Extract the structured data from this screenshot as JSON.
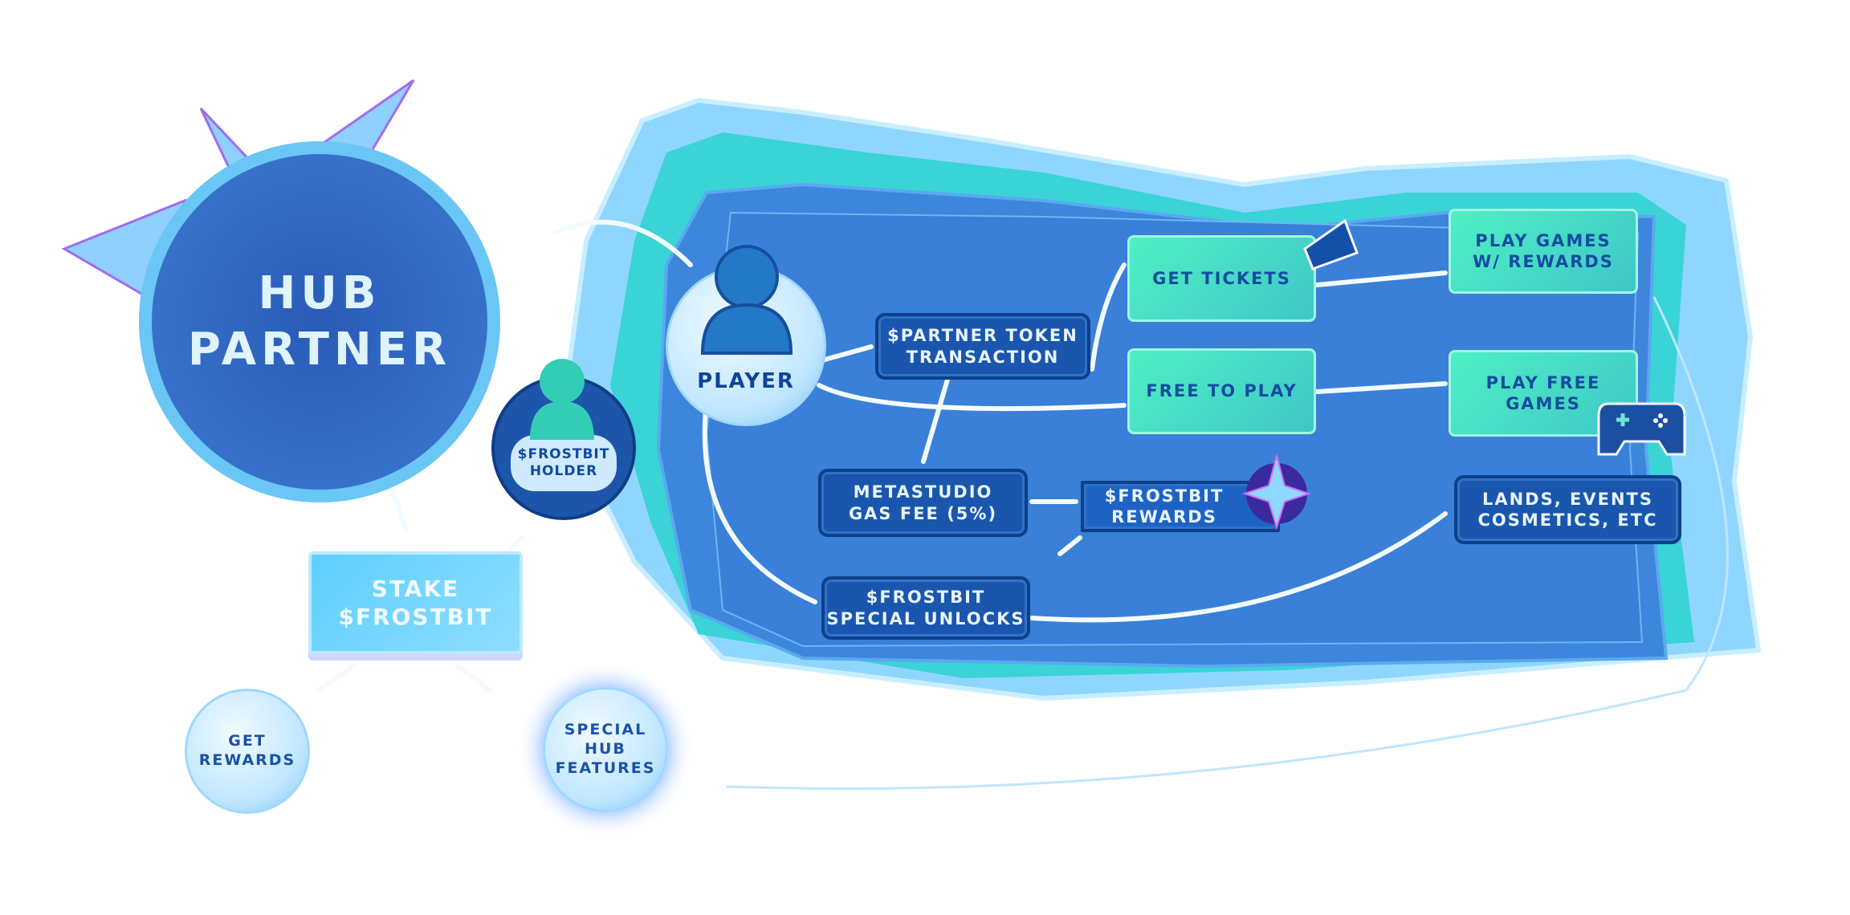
{
  "hub_partner": "HUB\nPARTNER",
  "frostbit_holder": "$FROSTBIT\nHOLDER",
  "stake": "STAKE\n$FROSTBIT",
  "get_rewards": "GET\nREWARDS",
  "special_hub": "SPECIAL\nHUB\nFEATURES",
  "player": "PLAYER",
  "partner_token": "$PARTNER TOKEN\nTRANSACTION",
  "get_tickets": "GET TICKETS",
  "free_to_play": "FREE TO PLAY",
  "play_games_rewards": "PLAY GAMES\nW/ REWARDS",
  "play_free_games": "PLAY FREE\nGAMES",
  "metastudio": "METASTUDIO\nGAS FEE (5%)",
  "frostbit_rewards": "$FROSTBIT\nREWARDS",
  "lands": "LANDS, EVENTS\nCOSMETICS, ETC",
  "special_unlocks": "$FROSTBIT\nSPECIAL UNLOCKS",
  "colors": {
    "dark_blue": "#1a56ad",
    "panel": "#3d86dc",
    "green": "#4ef0c4",
    "ice": "#bfe6ff"
  }
}
